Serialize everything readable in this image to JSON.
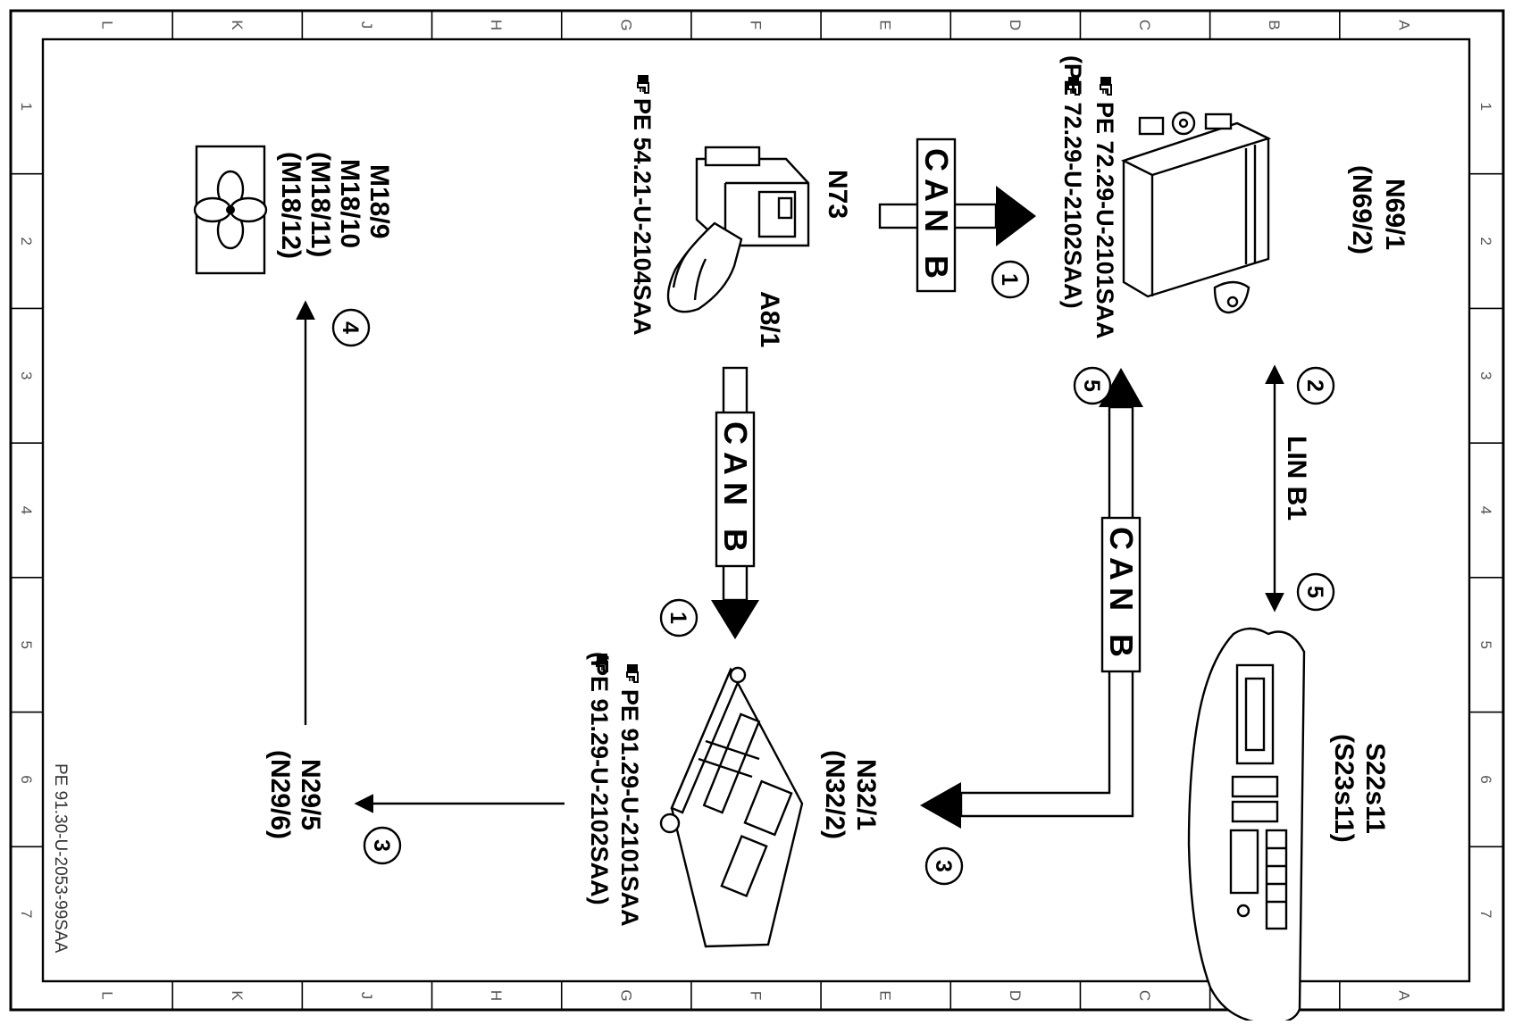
{
  "grid": {
    "columns": [
      "L",
      "K",
      "J",
      "H",
      "G",
      "F",
      "E",
      "D",
      "C",
      "B",
      "A"
    ],
    "rows": [
      "1",
      "2",
      "3",
      "4",
      "5",
      "6",
      "7"
    ]
  },
  "components": {
    "n69": {
      "label": "N69/1",
      "alt": "(N69/2)",
      "refs": [
        "PE 72.29-U-2101SAA",
        "(PE 72.29-U-2102SAA)"
      ]
    },
    "n73": {
      "label": "N73",
      "sub": "A8/1",
      "refs": [
        "PE 54.21-U-2104SAA"
      ]
    },
    "m18": {
      "labels": [
        "M18/9",
        "M18/10",
        "(M18/11)",
        "(M18/12)"
      ]
    },
    "s22": {
      "label": "S22s11",
      "alt": "(S23s11)"
    },
    "n32": {
      "label": "N32/1",
      "alt": "(N32/2)",
      "refs": [
        "PE 91.29-U-2101SAA",
        "(PE 91.29-U-2102SAA)"
      ]
    },
    "n29": {
      "label": "N29/5",
      "alt": "(N29/6)"
    }
  },
  "buses": {
    "can_top": "CAN B",
    "can_mid": "CAN B",
    "can_right": "CAN B",
    "lin": "LIN B1"
  },
  "markers": [
    "1",
    "1",
    "2",
    "3",
    "3",
    "4",
    "5",
    "5"
  ],
  "document_id": "PE 91.30-U-2053-99SAA",
  "colors": {
    "ink": "#000000",
    "paper": "#ffffff"
  },
  "icons": [
    "hand-pointer-icon",
    "fan-icon"
  ]
}
